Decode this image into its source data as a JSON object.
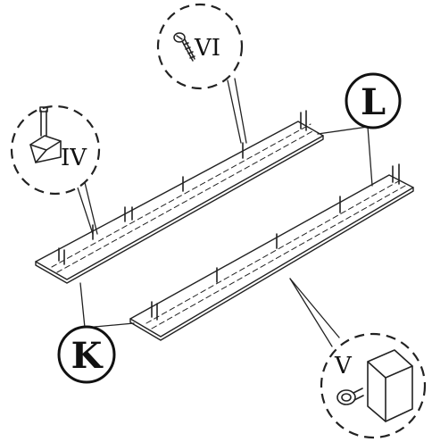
{
  "parts": {
    "L": "L",
    "K": "K"
  },
  "hardware": {
    "iv": "IV",
    "v": "V",
    "vi": "VI"
  }
}
